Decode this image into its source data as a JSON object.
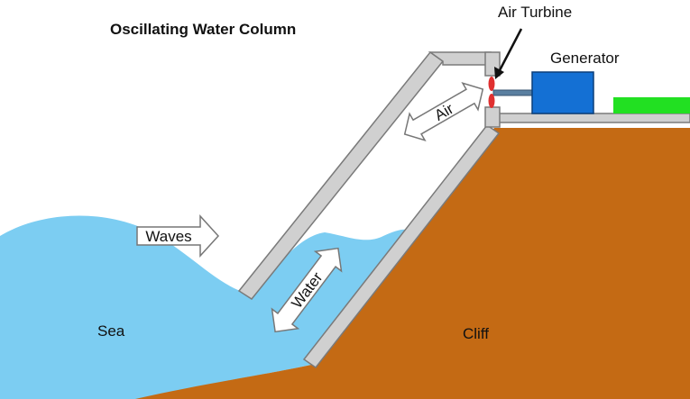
{
  "title": "Oscillating Water Column",
  "labels": {
    "air_turbine": "Air Turbine",
    "generator": "Generator",
    "air": "Air",
    "waves": "Waves",
    "water": "Water",
    "sea": "Sea",
    "cliff": "Cliff"
  },
  "colors": {
    "sea": "#7ccdf2",
    "cliff": "#c46a14",
    "chamber_wall": "#d0d0d0",
    "chamber_outline": "#7a7a7a",
    "generator": "#1470d4",
    "generator_outline": "#0b3f7a",
    "grid_connection": "#22e022",
    "turbine_blade": "#e03030",
    "arrow_fill": "#ffffff",
    "arrow_outline": "#777777"
  }
}
